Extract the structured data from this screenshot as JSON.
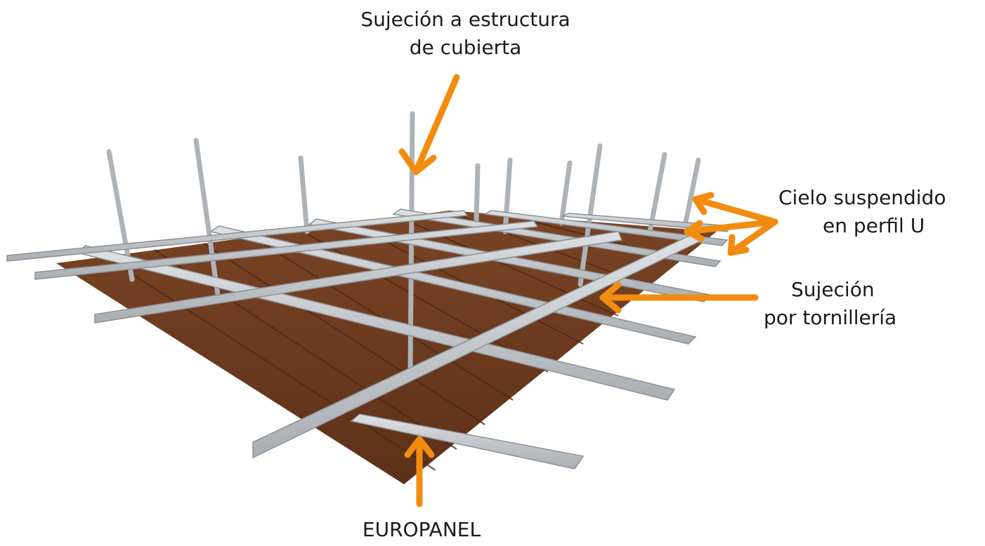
{
  "labels": {
    "roof_attachment": {
      "line1": "Sujeción a estructura",
      "line2": "de cubierta"
    },
    "suspended_ceiling": {
      "line1": "Cielo suspendido",
      "line2": "en perfil U"
    },
    "screw_fixing": {
      "line1": "Sujeción",
      "line2": "por tornillería"
    },
    "panel": "EUROPANEL"
  },
  "colors": {
    "arrow": "#f28c0f",
    "panel": "#6b3a1f",
    "panel_rib": "#4f2812",
    "profile": "#c9cdd1",
    "profile_shade": "#9aa0a6",
    "text": "#1a1a1a"
  }
}
